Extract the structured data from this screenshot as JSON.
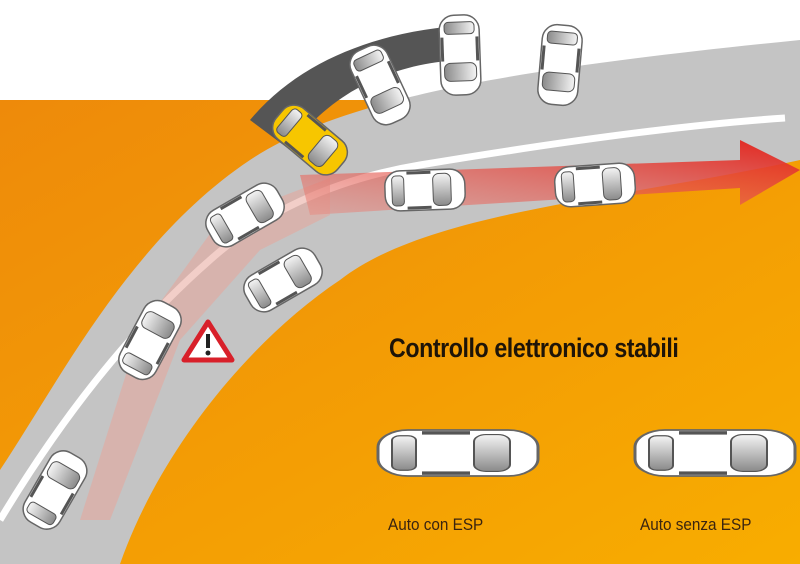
{
  "title": "Controllo elettronico stabili",
  "legend": {
    "with_esp": {
      "label": "Auto con ESP",
      "color": "#ffffff"
    },
    "without_esp": {
      "label": "Auto senza ESP",
      "color": "#f7c600"
    }
  },
  "colors": {
    "background_top": "#ffffff",
    "background": "#f29a12",
    "background_light": "#f7a800",
    "road": "#c4c4c4",
    "skid_mark": "#4a4a4a",
    "lane_line": "#ffffff",
    "esp_path_arrow": "#e21b1b",
    "oncoming_car": "#d81414",
    "warning_border": "#d8202a"
  },
  "icons": {
    "warning": "warning-triangle-icon",
    "direction": "arrow-right-icon"
  }
}
